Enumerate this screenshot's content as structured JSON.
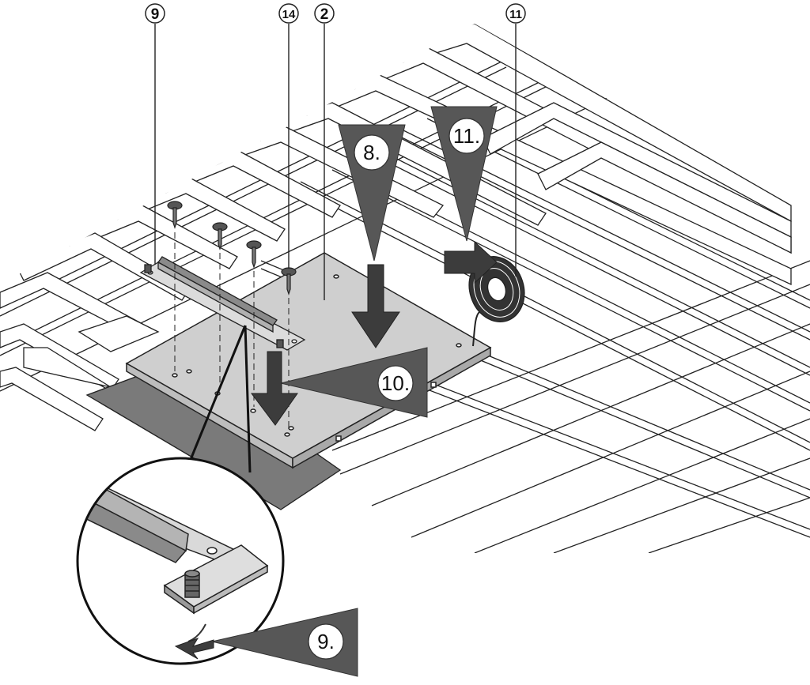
{
  "callouts": {
    "part_9": "9",
    "part_14": "14",
    "part_2": "2",
    "part_11": "11"
  },
  "steps": {
    "step_8": "8.",
    "step_9": "9.",
    "step_10": "10.",
    "step_11": "11."
  },
  "colors": {
    "line": "#222222",
    "panel": "#cfcfcf",
    "membrane": "#7a7a7a",
    "arrow": "#575757",
    "tile_fill": "#ffffff"
  }
}
